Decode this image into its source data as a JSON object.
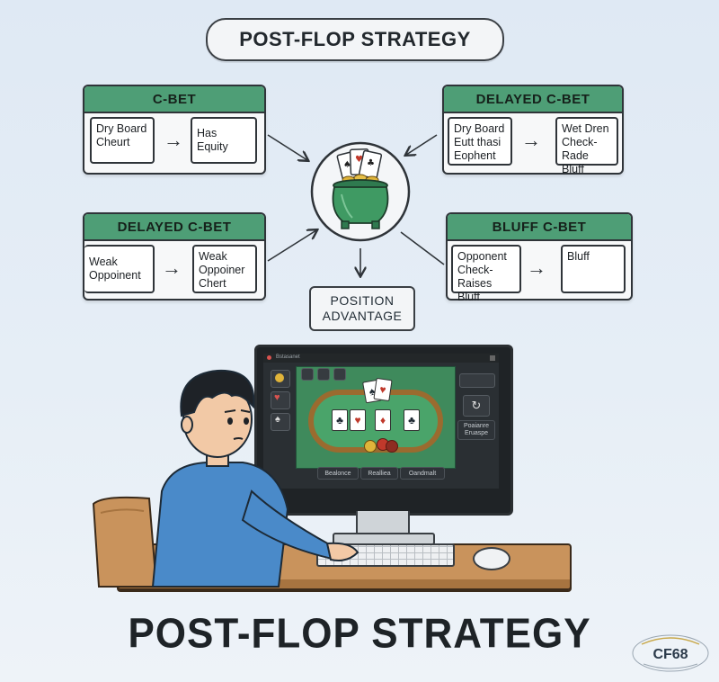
{
  "title_top": "POST-FLOP STRATEGY",
  "title_bottom": "POST-FLOP STRATEGY",
  "panels": {
    "cbet": {
      "header": "C-BET",
      "left_lines": [
        "Dry Board",
        "Cheurt"
      ],
      "right_lines": [
        "Has Equity"
      ]
    },
    "delayed_top": {
      "header": "DELAYED C-BET",
      "left_lines": [
        "Dry Board",
        "Eutt thasi",
        "Eophent"
      ],
      "right_lines": [
        "Wet Dren",
        "Check-Rade",
        "Bluff"
      ]
    },
    "delayed_left": {
      "header": "DELAYED C-BET",
      "left_lines": [
        "Weak",
        "Oppoinent"
      ],
      "right_lines": [
        "Weak",
        "Oppoiner",
        "Chert"
      ]
    },
    "bluff": {
      "header": "BLUFF C-BET",
      "left_lines": [
        "Opponent",
        "Check-Raises",
        "Bluff"
      ],
      "right_lines": [
        "Bluff"
      ]
    }
  },
  "center": {
    "position_lines": [
      "POSITION",
      "ADVANTAGE"
    ]
  },
  "monitor": {
    "window_title": "Bstasanet",
    "bottom_buttons": [
      "Bealonce",
      "Realliea",
      "Oandmalt"
    ],
    "side_button": "Poaianre Eruaspe"
  },
  "logo_text": "CF68",
  "colors": {
    "header_green": "#4e9e76",
    "felt_green": "#3f8a5c",
    "table_rail": "#9a6b2f",
    "shirt_blue": "#4a8ac9",
    "desk_wood": "#c9935c"
  }
}
